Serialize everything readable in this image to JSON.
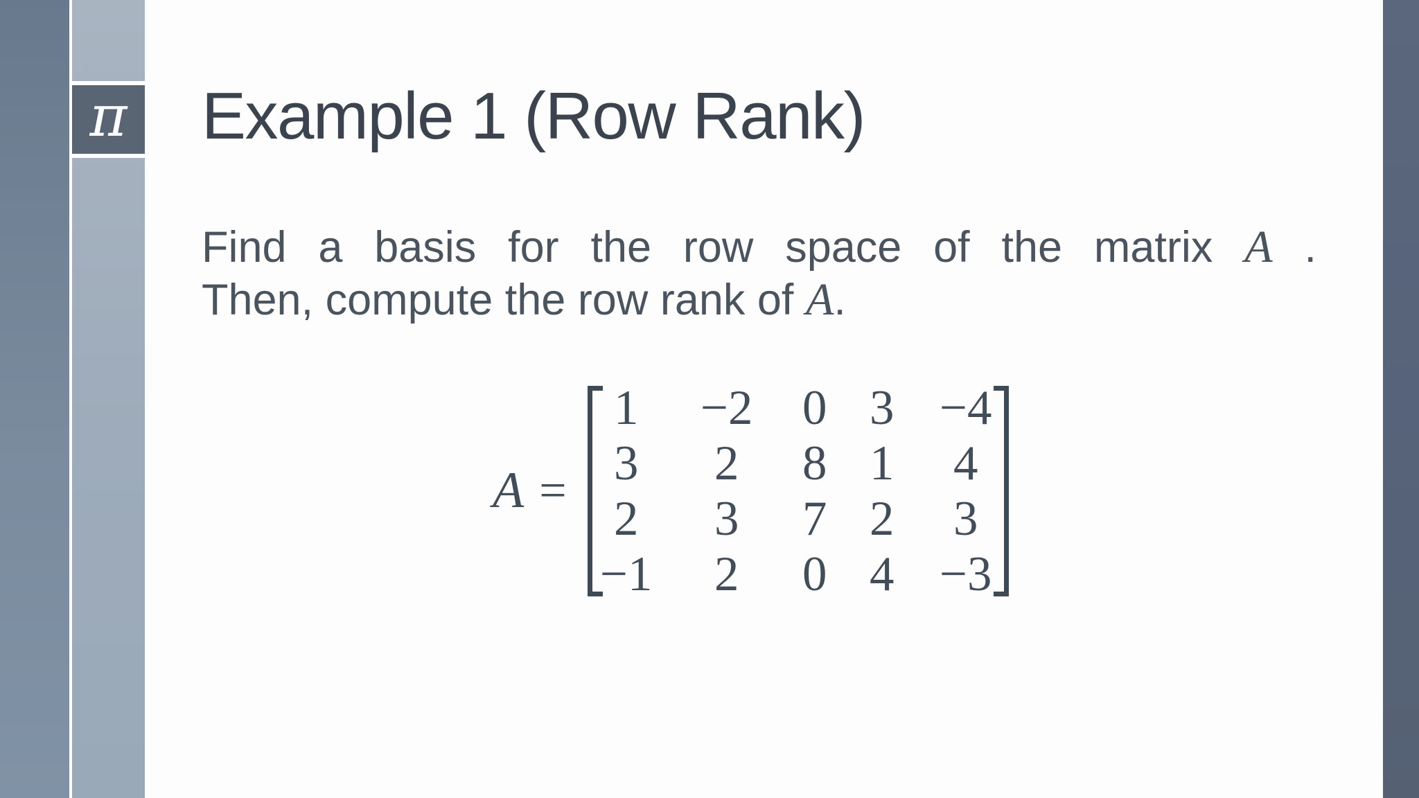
{
  "slide": {
    "logo_glyph": "π",
    "title": "Example 1 (Row Rank)",
    "body": {
      "line1_prefix": "Find a basis for the row space of the matrix",
      "line1_var": "A",
      "line1_suffix": ".",
      "line2_prefix": "Then, compute the row rank of",
      "line2_var": "A",
      "line2_suffix": "."
    },
    "equation": {
      "lhs": "A",
      "relation": "=",
      "matrix": {
        "rows": [
          [
            "1",
            "−2",
            "0",
            "3",
            "−4"
          ],
          [
            "3",
            "2",
            "8",
            "1",
            "4"
          ],
          [
            "2",
            "3",
            "7",
            "2",
            "3"
          ],
          [
            "−1",
            "2",
            "0",
            "4",
            "−3"
          ]
        ]
      }
    },
    "colors": {
      "accent_bar_left": "#73849a",
      "accent_stripe": "#a2afbd",
      "logo_box": "#5a6574",
      "accent_bar_right": "#586376",
      "title_text": "#3a434e",
      "body_text": "#49545f",
      "math_text": "#424d5a",
      "background": "#fcfdfc"
    }
  }
}
